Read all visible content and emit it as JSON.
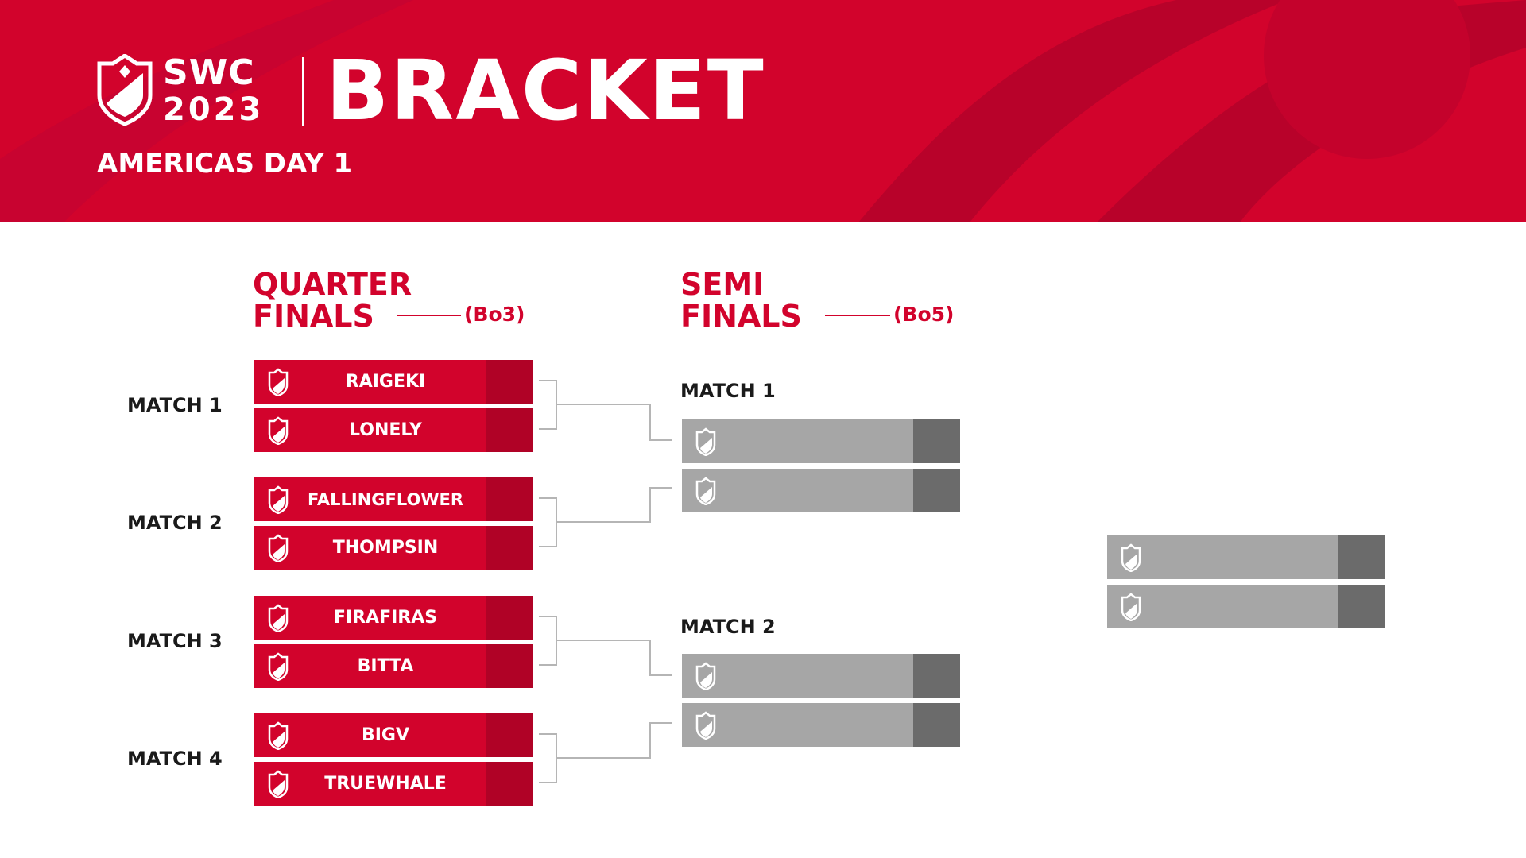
{
  "header": {
    "logo_text": "SWC",
    "logo_year": "2023",
    "title": "BRACKET",
    "subtitle": "AMERICAS DAY 1",
    "brand_color": "#d2032c"
  },
  "rounds": {
    "quarter_finals": {
      "title_line1": "QUARTER",
      "title_line2": "FINALS",
      "format": "(Bo3)"
    },
    "semi_finals": {
      "title_line1": "SEMI",
      "title_line2": "FINALS",
      "format": "(Bo5)"
    }
  },
  "quarter_finals": [
    {
      "label": "MATCH 1",
      "players": [
        "RAIGEKI",
        "LONELY"
      ]
    },
    {
      "label": "MATCH 2",
      "players": [
        "FALLINGFLOWER",
        "THOMPSIN"
      ]
    },
    {
      "label": "MATCH 3",
      "players": [
        "FIRAFIRAS",
        "BITTA"
      ]
    },
    {
      "label": "MATCH 4",
      "players": [
        "BIGV",
        "TRUEWHALE"
      ]
    }
  ],
  "semi_finals": [
    {
      "label": "MATCH 1",
      "players": [
        "",
        ""
      ]
    },
    {
      "label": "MATCH 2",
      "players": [
        "",
        ""
      ]
    }
  ],
  "final": {
    "players": [
      "",
      ""
    ]
  },
  "icons": {
    "slot_icon": "shield-icon",
    "logo_icon": "swc-shield-logo-icon"
  },
  "colors": {
    "slot_red": "#d2032c",
    "score_red": "#b00226",
    "slot_grey": "#a6a6a6",
    "score_grey": "#6b6b6b"
  }
}
